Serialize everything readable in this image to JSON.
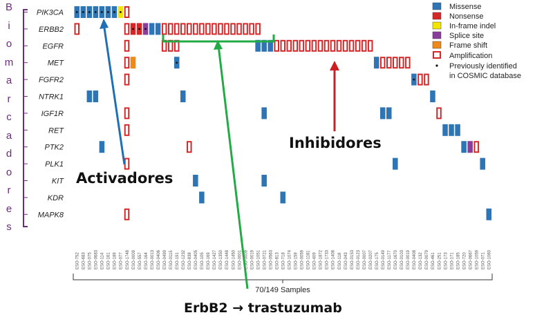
{
  "side_label": "Biomarcadores",
  "genes": [
    "PIK3CA",
    "ERBB2",
    "EGFR",
    "MET",
    "FGFR2",
    "NTRK1",
    "IGF1R",
    "RET",
    "PTK2",
    "PLK1",
    "KIT",
    "KDR",
    "MAPK8"
  ],
  "samples": [
    "ESO-752",
    "ESO-683",
    "ESO-075",
    "ESO-0683",
    "ESO-114",
    "ESO-161",
    "ESO-189",
    "ESO-077",
    "ESO-1748",
    "ESO-0009",
    "ESO-557",
    "ESO-164",
    "ESO-0013",
    "ESO-0406",
    "ESO-0499",
    "ESO-0115",
    "ESO-191",
    "ESO-1232",
    "ESO-838",
    "ESO-0405",
    "ESO-105",
    "ESO-169",
    "ESO-1427",
    "ESO-1350",
    "ESO-1448",
    "ESO-1450",
    "ESO-0001",
    "ESO-0009",
    "ESO-0019",
    "ESO-1051",
    "ESO-0721",
    "ESO-0563",
    "ESO-813",
    "ESO-718",
    "ESO-1074",
    "ESO-159",
    "ESO-0059",
    "ESO-1181",
    "ESO-409",
    "ESO-1872",
    "ESO-1733",
    "ESO-1408",
    "ESO-118",
    "ESO-043",
    "ESO-0153",
    "ESO-0123",
    "ESO-0007",
    "ESO-0207",
    "ESO-175",
    "ESO-0149",
    "ESO-1177",
    "ESO-1670",
    "ESO-0103",
    "ESO-0019",
    "ESO-0408",
    "ESO-132",
    "ESO-0079",
    "ESO-461",
    "ESO-251",
    "ESO-173",
    "ESO-171",
    "ESO-185",
    "ESO-720",
    "ESO-0667",
    "ESO-1059",
    "ESO-071",
    "ESO-1060"
  ],
  "legend": {
    "missense": "Missense",
    "nonsense": "Nonsense",
    "inframe": "In-frame indel",
    "splice": "Splice site",
    "frameshift": "Frame shift",
    "amplification": "Amplification",
    "cosmic": "Previously identified",
    "cosmic2": "in COSMIC database"
  },
  "colors": {
    "missense": "#2e75b6",
    "nonsense": "#d62728",
    "inframe": "#f2e600",
    "splice": "#8a3d9a",
    "frameshift": "#ee8a1a",
    "amplification": "#d62728",
    "activadores": "#1f6fb5",
    "inhibidores": "#cc1f1f",
    "erbb2": "#22aa44"
  },
  "labels": {
    "samples_caption": "70/149 Samples",
    "activadores": "Activadores",
    "inhibidores": "Inhibidores",
    "erbb2": "ErbB2 → trastuzumab"
  },
  "cells": [
    [
      "PIK3CA",
      0,
      "missense",
      1
    ],
    [
      "PIK3CA",
      1,
      "missense",
      1
    ],
    [
      "PIK3CA",
      2,
      "missense",
      1
    ],
    [
      "PIK3CA",
      3,
      "missense",
      1
    ],
    [
      "PIK3CA",
      4,
      "missense",
      1
    ],
    [
      "PIK3CA",
      5,
      "missense",
      1
    ],
    [
      "PIK3CA",
      6,
      "missense",
      1
    ],
    [
      "PIK3CA",
      7,
      "inframe",
      1
    ],
    [
      "PIK3CA",
      8,
      "amplification",
      0
    ],
    [
      "ERBB2",
      0,
      "amplification",
      0
    ],
    [
      "ERBB2",
      8,
      "amplification",
      0
    ],
    [
      "ERBB2",
      9,
      "nonsense",
      1
    ],
    [
      "ERBB2",
      10,
      "nonsense",
      1
    ],
    [
      "ERBB2",
      11,
      "splice",
      1
    ],
    [
      "ERBB2",
      12,
      "missense",
      0
    ],
    [
      "ERBB2",
      13,
      "missense",
      0
    ],
    [
      "ERBB2",
      14,
      "amplification",
      0
    ],
    [
      "ERBB2",
      15,
      "amplification",
      0
    ],
    [
      "ERBB2",
      16,
      "amplification",
      0
    ],
    [
      "ERBB2",
      17,
      "amplification",
      0
    ],
    [
      "ERBB2",
      18,
      "amplification",
      0
    ],
    [
      "ERBB2",
      19,
      "amplification",
      0
    ],
    [
      "ERBB2",
      20,
      "amplification",
      0
    ],
    [
      "ERBB2",
      21,
      "amplification",
      0
    ],
    [
      "ERBB2",
      22,
      "amplification",
      0
    ],
    [
      "ERBB2",
      23,
      "amplification",
      0
    ],
    [
      "ERBB2",
      24,
      "amplification",
      0
    ],
    [
      "ERBB2",
      25,
      "amplification",
      0
    ],
    [
      "ERBB2",
      26,
      "amplification",
      0
    ],
    [
      "ERBB2",
      27,
      "amplification",
      0
    ],
    [
      "ERBB2",
      28,
      "amplification",
      0
    ],
    [
      "ERBB2",
      29,
      "amplification",
      0
    ],
    [
      "EGFR",
      8,
      "amplification",
      0
    ],
    [
      "EGFR",
      14,
      "amplification",
      0
    ],
    [
      "EGFR",
      15,
      "amplification",
      0
    ],
    [
      "EGFR",
      16,
      "amplification",
      0
    ],
    [
      "EGFR",
      29,
      "missense",
      0
    ],
    [
      "EGFR",
      30,
      "missense",
      0
    ],
    [
      "EGFR",
      31,
      "missense",
      0
    ],
    [
      "EGFR",
      32,
      "amplification",
      0
    ],
    [
      "EGFR",
      33,
      "amplification",
      0
    ],
    [
      "EGFR",
      34,
      "amplification",
      0
    ],
    [
      "EGFR",
      35,
      "amplification",
      0
    ],
    [
      "EGFR",
      36,
      "amplification",
      0
    ],
    [
      "EGFR",
      37,
      "amplification",
      0
    ],
    [
      "EGFR",
      38,
      "amplification",
      0
    ],
    [
      "EGFR",
      39,
      "amplification",
      0
    ],
    [
      "EGFR",
      40,
      "amplification",
      0
    ],
    [
      "EGFR",
      41,
      "amplification",
      0
    ],
    [
      "EGFR",
      42,
      "amplification",
      0
    ],
    [
      "EGFR",
      43,
      "amplification",
      0
    ],
    [
      "EGFR",
      44,
      "amplification",
      0
    ],
    [
      "EGFR",
      45,
      "amplification",
      0
    ],
    [
      "EGFR",
      46,
      "amplification",
      0
    ],
    [
      "EGFR",
      47,
      "amplification",
      0
    ],
    [
      "MET",
      8,
      "amplification",
      0
    ],
    [
      "MET",
      9,
      "frameshift",
      0
    ],
    [
      "MET",
      16,
      "missense",
      1
    ],
    [
      "MET",
      48,
      "missense",
      0
    ],
    [
      "MET",
      49,
      "amplification",
      0
    ],
    [
      "MET",
      50,
      "amplification",
      0
    ],
    [
      "MET",
      51,
      "amplification",
      0
    ],
    [
      "MET",
      52,
      "amplification",
      0
    ],
    [
      "MET",
      53,
      "amplification",
      0
    ],
    [
      "FGFR2",
      8,
      "amplification",
      0
    ],
    [
      "FGFR2",
      54,
      "missense",
      1
    ],
    [
      "FGFR2",
      55,
      "amplification",
      0
    ],
    [
      "FGFR2",
      56,
      "amplification",
      0
    ],
    [
      "NTRK1",
      2,
      "missense",
      0
    ],
    [
      "NTRK1",
      3,
      "missense",
      0
    ],
    [
      "NTRK1",
      17,
      "missense",
      0
    ],
    [
      "NTRK1",
      57,
      "missense",
      0
    ],
    [
      "IGF1R",
      8,
      "amplification",
      0
    ],
    [
      "IGF1R",
      30,
      "missense",
      0
    ],
    [
      "IGF1R",
      49,
      "missense",
      0
    ],
    [
      "IGF1R",
      50,
      "missense",
      0
    ],
    [
      "IGF1R",
      58,
      "amplification",
      0
    ],
    [
      "RET",
      8,
      "amplification",
      0
    ],
    [
      "RET",
      59,
      "missense",
      0
    ],
    [
      "RET",
      60,
      "missense",
      0
    ],
    [
      "RET",
      61,
      "missense",
      0
    ],
    [
      "PTK2",
      4,
      "missense",
      0
    ],
    [
      "PTK2",
      18,
      "amplification",
      0
    ],
    [
      "PTK2",
      62,
      "missense",
      0
    ],
    [
      "PTK2",
      63,
      "splice",
      0
    ],
    [
      "PTK2",
      64,
      "amplification",
      0
    ],
    [
      "PLK1",
      8,
      "amplification",
      0
    ],
    [
      "PLK1",
      51,
      "missense",
      0
    ],
    [
      "PLK1",
      65,
      "missense",
      0
    ],
    [
      "KIT",
      19,
      "missense",
      0
    ],
    [
      "KIT",
      30,
      "missense",
      0
    ],
    [
      "KDR",
      20,
      "missense",
      0
    ],
    [
      "KDR",
      33,
      "missense",
      0
    ],
    [
      "MAPK8",
      8,
      "amplification",
      0
    ],
    [
      "MAPK8",
      66,
      "missense",
      0
    ]
  ]
}
